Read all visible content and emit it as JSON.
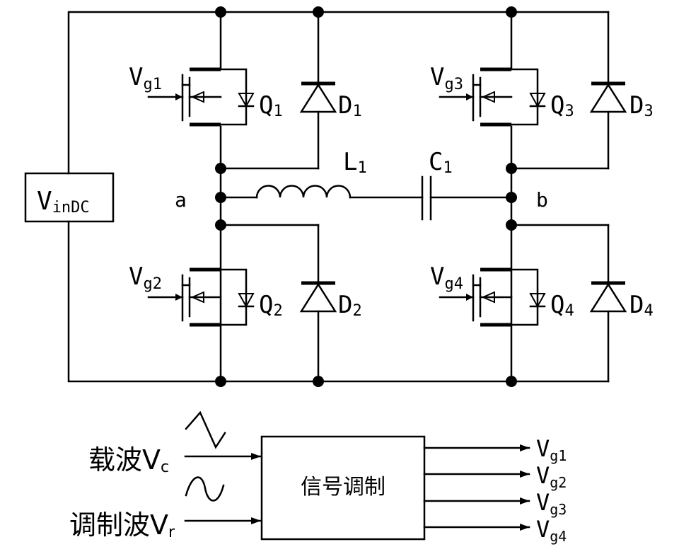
{
  "source": {
    "label_main": "V",
    "label_sub": "inDC"
  },
  "nodes": {
    "a": "a",
    "b": "b"
  },
  "inductor": {
    "main": "L",
    "sub": "1"
  },
  "capacitor": {
    "main": "C",
    "sub": "1"
  },
  "switches": [
    {
      "main": "Q",
      "sub": "1",
      "gate_main": "V",
      "gate_sub": "g1"
    },
    {
      "main": "Q",
      "sub": "2",
      "gate_main": "V",
      "gate_sub": "g2"
    },
    {
      "main": "Q",
      "sub": "3",
      "gate_main": "V",
      "gate_sub": "g3"
    },
    {
      "main": "Q",
      "sub": "4",
      "gate_main": "V",
      "gate_sub": "g4"
    }
  ],
  "diodes": [
    {
      "main": "D",
      "sub": "1"
    },
    {
      "main": "D",
      "sub": "2"
    },
    {
      "main": "D",
      "sub": "3"
    },
    {
      "main": "D",
      "sub": "4"
    }
  ],
  "modulator": {
    "block_label": "信号调制",
    "carrier_main": "载波V",
    "carrier_sub": "c",
    "modulating_main": "调制波V",
    "modulating_sub": "r",
    "outputs": [
      {
        "main": "V",
        "sub": "g1"
      },
      {
        "main": "V",
        "sub": "g2"
      },
      {
        "main": "V",
        "sub": "g3"
      },
      {
        "main": "V",
        "sub": "g4"
      }
    ]
  }
}
